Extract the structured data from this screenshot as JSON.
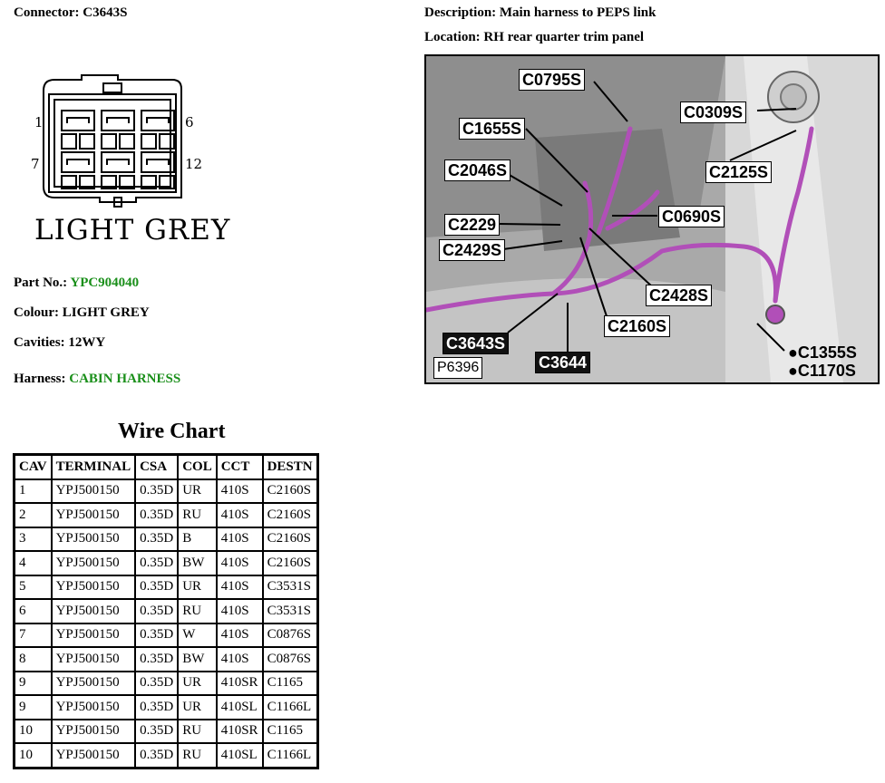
{
  "connector": {
    "label": "Connector: C3643S"
  },
  "description": {
    "label": "Description: Main harness to PEPS link"
  },
  "location": {
    "label": "Location: RH rear quarter trim panel"
  },
  "connector_diagram": {
    "pin_labels": {
      "top_left": "1",
      "top_right": "6",
      "bottom_left": "7",
      "bottom_right": "12"
    },
    "colour_text": "LIGHT GREY"
  },
  "part_info": {
    "part_no_label": "Part No.:",
    "part_no_value": "YPC904040",
    "colour_label": "Colour: LIGHT GREY",
    "cavities_label": "Cavities: 12WY",
    "harness_label": "Harness:",
    "harness_value": "CABIN HARNESS",
    "link_color": "#1a8f1a"
  },
  "photo": {
    "callouts": {
      "c0795s": "C0795S",
      "c0309s": "C0309S",
      "c1655s": "C1655S",
      "c2125s": "C2125S",
      "c2046s": "C2046S",
      "c0690s": "C0690S",
      "c2229": "C2229",
      "c2429s": "C2429S",
      "c2428s": "C2428S",
      "c2160s": "C2160S",
      "c3643s": "C3643S",
      "c3644": "C3644",
      "c1355s": "●C1355S",
      "c1170s": "●C1170S",
      "ref": "P6396"
    },
    "harness_color": "#b14fb8"
  },
  "wire_chart": {
    "title": "Wire Chart",
    "headers": [
      "CAV",
      "TERMINAL",
      "CSA",
      "COL",
      "CCT",
      "DESTN"
    ],
    "rows": [
      [
        "1",
        "YPJ500150",
        "0.35D",
        "UR",
        "410S",
        "C2160S"
      ],
      [
        "2",
        "YPJ500150",
        "0.35D",
        "RU",
        "410S",
        "C2160S"
      ],
      [
        "3",
        "YPJ500150",
        "0.35D",
        "B",
        "410S",
        "C2160S"
      ],
      [
        "4",
        "YPJ500150",
        "0.35D",
        "BW",
        "410S",
        "C2160S"
      ],
      [
        "5",
        "YPJ500150",
        "0.35D",
        "UR",
        "410S",
        "C3531S"
      ],
      [
        "6",
        "YPJ500150",
        "0.35D",
        "RU",
        "410S",
        "C3531S"
      ],
      [
        "7",
        "YPJ500150",
        "0.35D",
        "W",
        "410S",
        "C0876S"
      ],
      [
        "8",
        "YPJ500150",
        "0.35D",
        "BW",
        "410S",
        "C0876S"
      ],
      [
        "9",
        "YPJ500150",
        "0.35D",
        "UR",
        "410SR",
        "C1165"
      ],
      [
        "9",
        "YPJ500150",
        "0.35D",
        "UR",
        "410SL",
        "C1166L"
      ],
      [
        "10",
        "YPJ500150",
        "0.35D",
        "RU",
        "410SR",
        "C1165"
      ],
      [
        "10",
        "YPJ500150",
        "0.35D",
        "RU",
        "410SL",
        "C1166L"
      ]
    ]
  }
}
